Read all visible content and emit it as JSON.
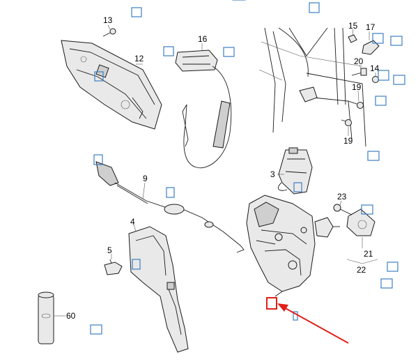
{
  "colors": {
    "hotspot": "#3c7fc3",
    "highlight": "#e0201b",
    "ink": "#1a1a1a"
  },
  "labels": {
    "p13": "13",
    "p12": "12",
    "p16": "16",
    "p15": "15",
    "p17": "17",
    "p20": "20",
    "p14": "14",
    "p19a": "19",
    "p19b": "19",
    "p3": "3",
    "p9": "9",
    "p23": "23",
    "p4": "4",
    "p5": "5",
    "p21": "21",
    "p22": "22",
    "p60": "60"
  }
}
